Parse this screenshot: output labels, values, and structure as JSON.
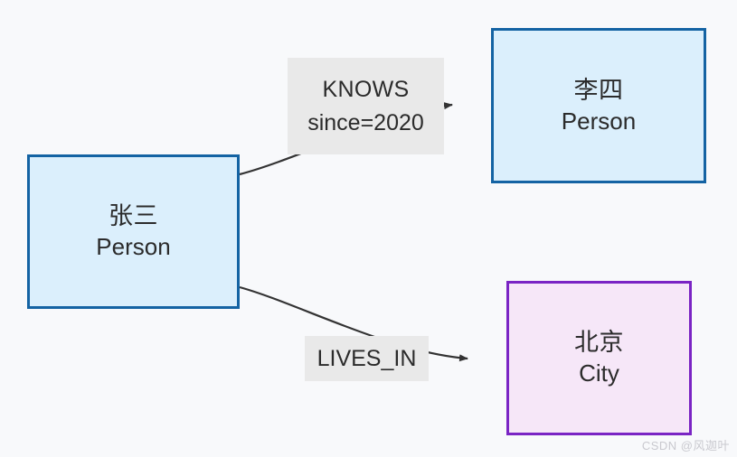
{
  "diagram": {
    "background_color": "#f8f9fb",
    "nodes": [
      {
        "id": "zhangsan",
        "title": "张三",
        "label": "Person",
        "fill": "#dbeffc",
        "stroke": "#1463a3"
      },
      {
        "id": "lisi",
        "title": "李四",
        "label": "Person",
        "fill": "#dbeffc",
        "stroke": "#1463a3"
      },
      {
        "id": "beijing",
        "title": "北京",
        "label": "City",
        "fill": "#f6e7f8",
        "stroke": "#7a24c4"
      }
    ],
    "edges": [
      {
        "id": "knows",
        "from": "zhangsan",
        "to": "lisi",
        "type": "KNOWS",
        "property": "since=2020",
        "label_background": "#e9e9e9",
        "line_color": "#333333"
      },
      {
        "id": "lives-in",
        "from": "zhangsan",
        "to": "beijing",
        "type": "LIVES_IN",
        "property": "",
        "label_background": "#e9e9e9",
        "line_color": "#333333"
      }
    ]
  },
  "watermark": {
    "text": "CSDN @风迦叶",
    "color": "#c9c9cf"
  }
}
